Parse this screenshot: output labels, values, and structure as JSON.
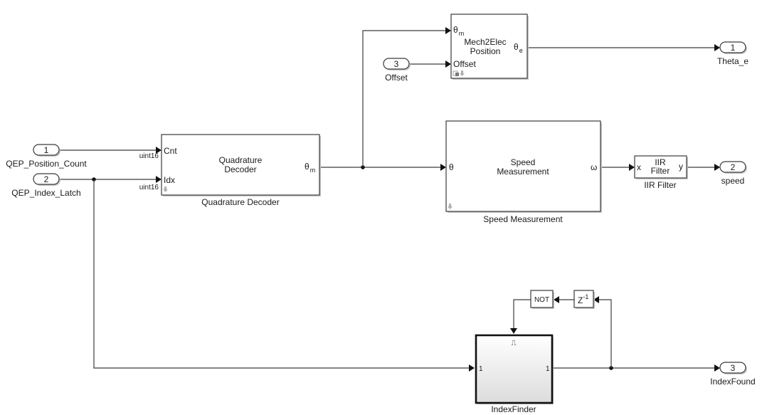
{
  "diagram": {
    "inports": [
      {
        "number": "1",
        "name": "QEP_Position_Count",
        "datatype": "uint16"
      },
      {
        "number": "2",
        "name": "QEP_Index_Latch",
        "datatype": "uint16"
      },
      {
        "number": "3",
        "name": "Offset"
      }
    ],
    "outports": [
      {
        "number": "1",
        "name": "Theta_e"
      },
      {
        "number": "2",
        "name": "speed"
      },
      {
        "number": "3",
        "name": "IndexFound"
      }
    ],
    "blocks": {
      "quadrature_decoder": {
        "title_line1": "Quadrature",
        "title_line2": "Decoder",
        "name": "Quadrature Decoder",
        "in1": "Cnt",
        "in2": "Idx",
        "out_main": "θ",
        "out_sub": "m"
      },
      "mech2elec": {
        "title_line1": "Mech2Elec",
        "title_line2": "Position",
        "in1_main": "θ",
        "in1_sub": "m",
        "in2": "Offset",
        "out_main": "θ",
        "out_sub": "e"
      },
      "speed_measurement": {
        "title_line1": "Speed",
        "title_line2": "Measurement",
        "name": "Speed Measurement",
        "in1": "θ",
        "out1": "ω"
      },
      "iir_filter": {
        "title_line1": "IIR",
        "title_line2": "Filter",
        "name": "IIR Filter",
        "in1": "x",
        "out1": "y"
      },
      "not_block": {
        "label": "NOT"
      },
      "unit_delay": {
        "label_main": "Z",
        "label_sup": "-1"
      },
      "index_finder": {
        "name": "IndexFinder",
        "trigger_symbol": "⎍",
        "in1": "1",
        "out1": "1"
      }
    }
  }
}
